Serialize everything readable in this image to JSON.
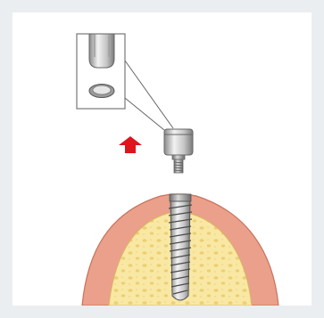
{
  "figure": {
    "icons": {
      "arrow": "up-arrow-icon",
      "implant": "dental-implant",
      "abutment": "impression-coping",
      "bone": "jaw-bone-cross-section",
      "gum": "gingiva"
    },
    "colors": {
      "background": "#ebeef0",
      "panel": "#ffffff",
      "arrow": "#e0141b",
      "gum": "#eaa08a",
      "gum_edge": "#c9735c",
      "bone": "#f9e8a4",
      "bone_texture": "#e8c765",
      "metal_light": "#eeeeee",
      "metal_mid": "#bdbdbd",
      "metal_dark": "#6f6f6f",
      "outline": "#555555"
    }
  }
}
